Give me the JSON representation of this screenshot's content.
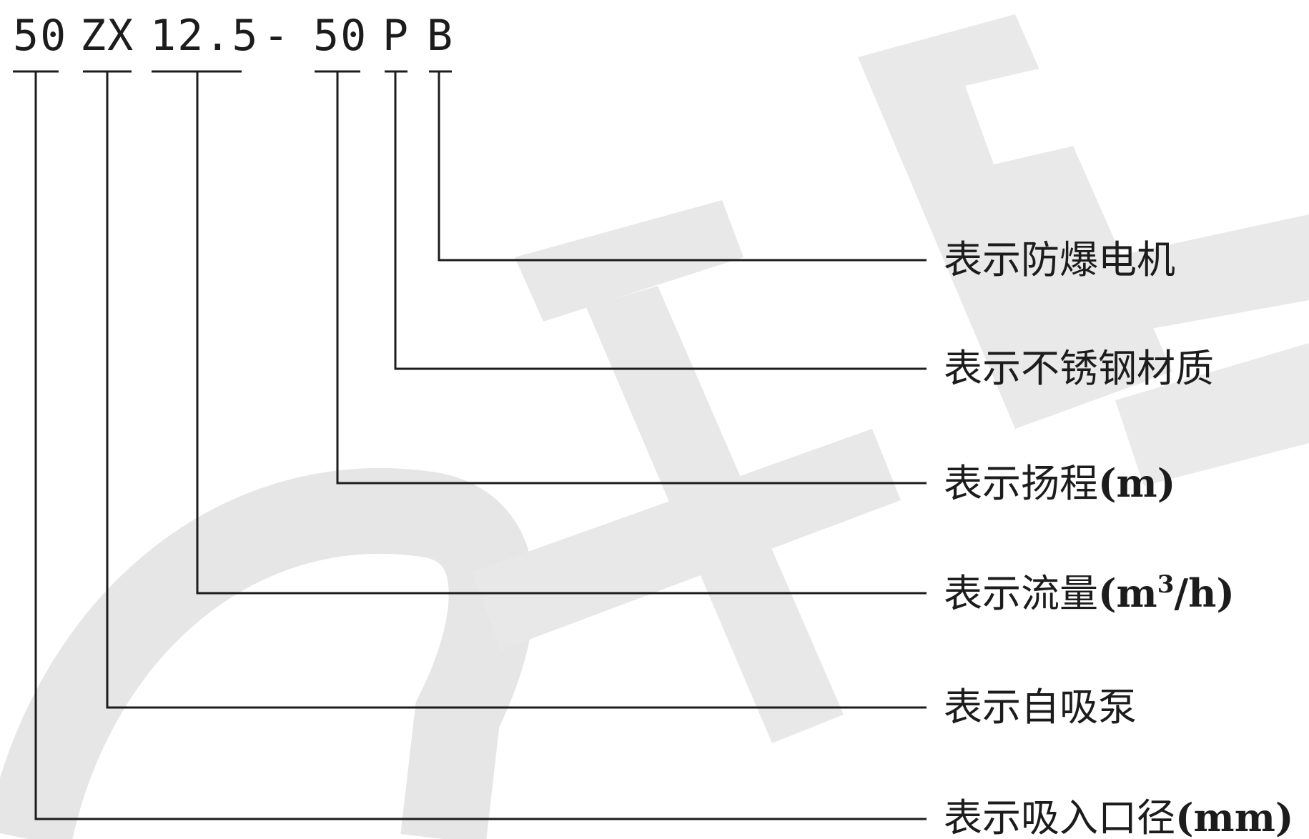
{
  "model_code": {
    "parts": [
      "50",
      "ZX",
      "12.5",
      "50",
      "P",
      "B"
    ],
    "separator": "-"
  },
  "descriptions": {
    "explosion_proof_motor": "表示防爆电机",
    "stainless_steel": "表示不锈钢材质",
    "head_label": "表示扬程",
    "head_unit": "(m)",
    "flow_label": "表示流量",
    "flow_unit_prefix": "(m",
    "flow_unit_sup": "3",
    "flow_unit_suffix": "/h)",
    "self_priming_pump": "表示自吸泵",
    "inlet_label": "表示吸入口径",
    "inlet_unit": "(mm)"
  },
  "colors": {
    "line": "#1c1c1c",
    "text": "#1c1c1c",
    "watermark": "#e4e4e4"
  }
}
